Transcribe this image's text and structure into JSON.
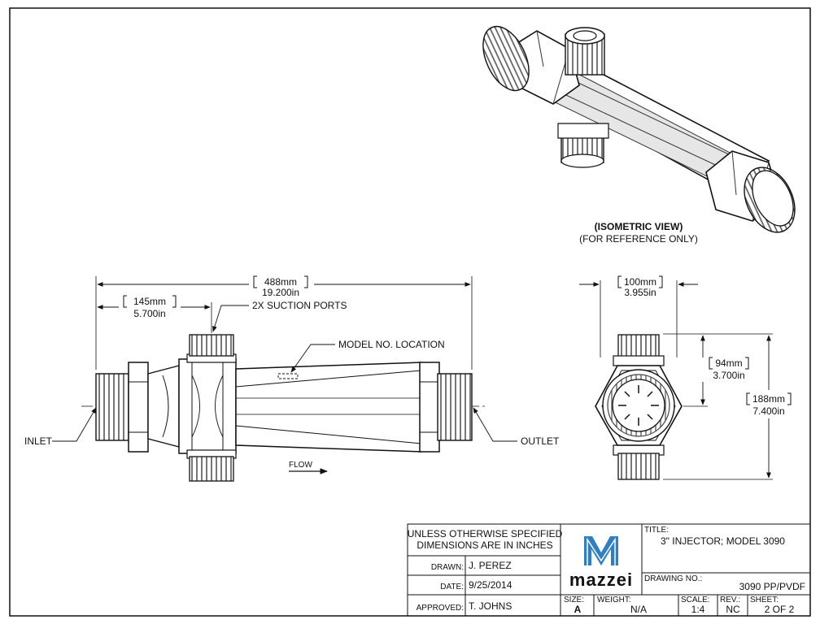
{
  "views": {
    "isometric_title": "(ISOMETRIC VIEW)",
    "isometric_note": "(FOR REFERENCE ONLY)"
  },
  "front_view": {
    "overall_mm": "488mm",
    "overall_in": "19.200in",
    "port_offset_mm": "145mm",
    "port_offset_in": "5.700in",
    "suction_ports": "2X SUCTION PORTS",
    "model_location": "MODEL NO. LOCATION",
    "inlet": "INLET",
    "outlet": "OUTLET",
    "flow": "FLOW"
  },
  "end_view": {
    "width_mm": "100mm",
    "width_in": "3.955in",
    "inner_mm": "94mm",
    "inner_in": "3.700in",
    "height_mm": "188mm",
    "height_in": "7.400in"
  },
  "title_block": {
    "tolerance_line1": "UNLESS OTHERWISE SPECIFIED",
    "tolerance_line2": "DIMENSIONS ARE IN INCHES",
    "drawn_label": "DRAWN:",
    "drawn_value": "J. PEREZ",
    "date_label": "DATE:",
    "date_value": "9/25/2014",
    "approved_label": "APPROVED:",
    "approved_value": "T. JOHNS",
    "company": "mazzei",
    "title_label": "TITLE:",
    "title_value": "3\" INJECTOR; MODEL 3090",
    "drawing_no_label": "DRAWING NO.:",
    "drawing_no_value": "3090 PP/PVDF",
    "size_label": "SIZE:",
    "size_value": "A",
    "weight_label": "WEIGHT:",
    "weight_value": "N/A",
    "scale_label": "SCALE:",
    "scale_value": "1:4",
    "rev_label": "REV.:",
    "rev_value": "NC",
    "sheet_label": "SHEET:",
    "sheet_value": "2 OF 2"
  },
  "colors": {
    "line": "#111111",
    "part_fill": "#ffffff",
    "shade": "#d9d9d9",
    "thread": "#555555",
    "logo_blue": "#2f7fc1"
  }
}
